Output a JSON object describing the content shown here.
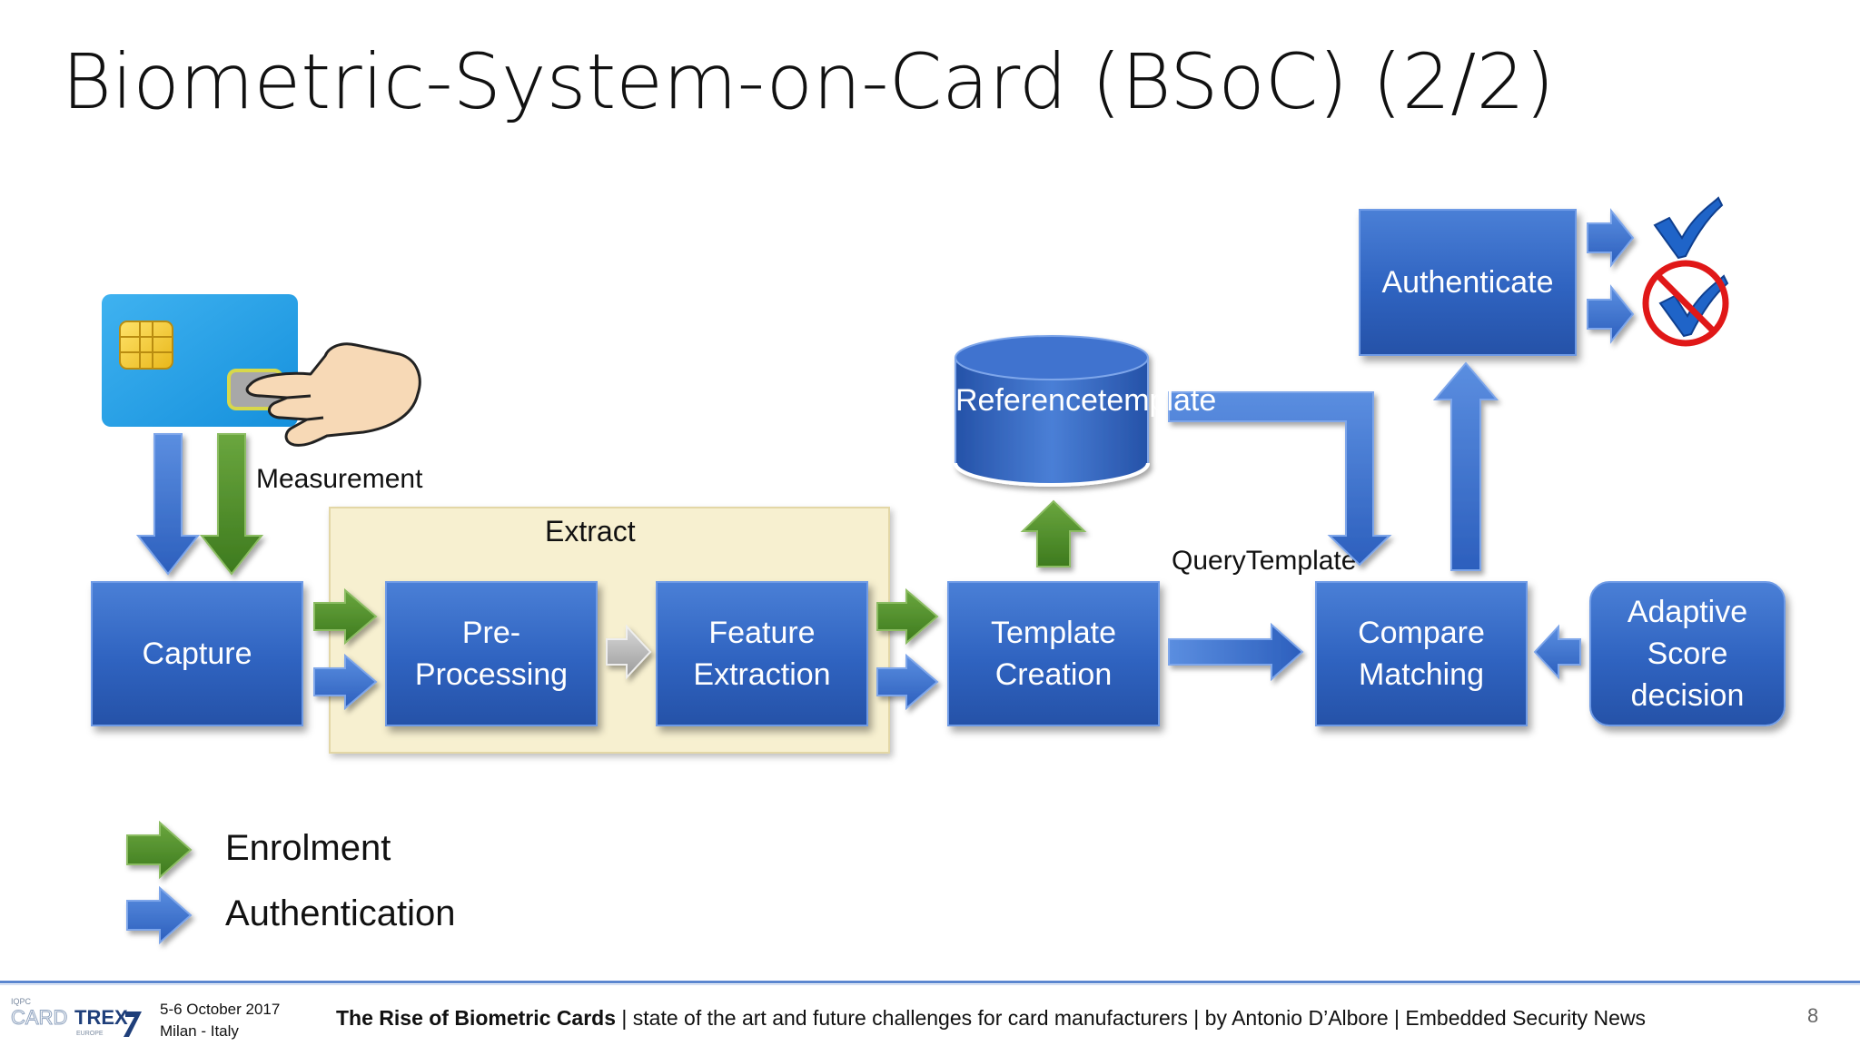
{
  "slide": {
    "title": "Biometric-System-on-Card (BSoC) (2/2)"
  },
  "labels": {
    "measurement": "Measurement",
    "extract": "Extract",
    "query_template": [
      "Query",
      "Template"
    ]
  },
  "blocks": {
    "capture": [
      "Capture"
    ],
    "pre_processing": [
      "Pre-",
      "Processing"
    ],
    "feature_extraction": [
      "Feature",
      "Extraction"
    ],
    "template_creation": [
      "Template",
      "Creation"
    ],
    "compare_matching": [
      "Compare",
      "Matching"
    ],
    "adaptive_score": [
      "Adaptive",
      "Score",
      "decision"
    ],
    "authenticate": [
      "Authenticate"
    ],
    "reference_template": [
      "Reference",
      "template"
    ]
  },
  "legend": {
    "enrolment": "Enrolment",
    "authentication": "Authentication"
  },
  "colors": {
    "enrolment_arrow": "#4f8a2c",
    "authentication_arrow": "#3b6fd0",
    "block": "#2f63c0",
    "extract_panel": "#f7f0d0",
    "reject": "#e01818",
    "accent": "#1f64c8"
  },
  "icons": [
    "smart-card-icon",
    "chip-icon",
    "fingerprint-sensor-icon",
    "finger-hand-icon",
    "checkmark-icon",
    "rejected-checkmark-icon",
    "cardtrex-logo"
  ],
  "footer": {
    "logo_small": "IQPC",
    "logo_card": "CARD",
    "logo_trex": "TREX",
    "logo_europe": "EUROPE",
    "date": "5-6 October 2017",
    "location": "Milan - Italy",
    "talk_title": "The Rise of Biometric Cards",
    "talk_rest": " | state of the art and future challenges for card manufacturers | by Antonio D’Albore | Embedded Security News",
    "page": "8"
  }
}
